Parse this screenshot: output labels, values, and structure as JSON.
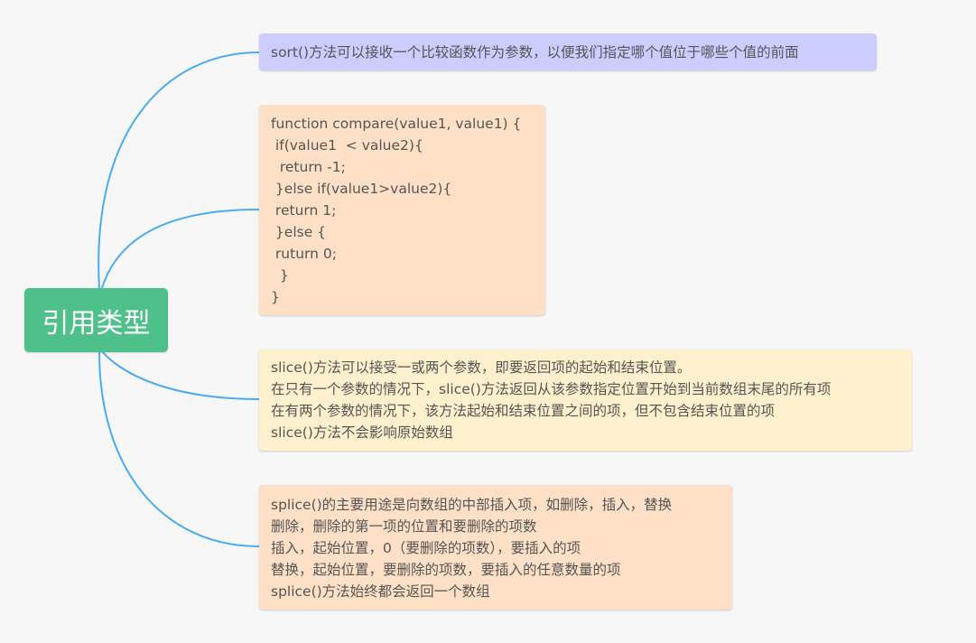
{
  "root": {
    "label": "引用类型"
  },
  "colors": {
    "root": "#4dc189",
    "link": "#4aabf5",
    "sort": "#ccccff",
    "compare": "#fde0c5",
    "slice": "#fef0cc",
    "splice": "#fde0c5"
  },
  "nodes": {
    "sort": {
      "lines": [
        "sort()方法可以接收一个比较函数作为参数，以便我们指定哪个值位于哪些个值的前面"
      ]
    },
    "compare": {
      "lines": [
        "function compare(value1, value1) {",
        " if(value1  < value2){",
        "  return -1;",
        " }else if(value1>value2){",
        " return 1;",
        " }else {",
        " ruturn 0;",
        "  }",
        "}"
      ]
    },
    "slice": {
      "lines": [
        "slice()方法可以接受一或两个参数，即要返回项的起始和结束位置。",
        "在只有一个参数的情况下，slice()方法返回从该参数指定位置开始到当前数组末尾的所有项",
        "在有两个参数的情况下，该方法起始和结束位置之间的项，但不包含结束位置的项",
        "slice()方法不会影响原始数组"
      ]
    },
    "splice": {
      "lines": [
        "splice()的主要用途是向数组的中部插入项，如删除，插入，替换",
        "删除，删除的第一项的位置和要删除的项数",
        "插入，起始位置，0（要删除的项数），要插入的项",
        "替换，起始位置，要删除的项数，要插入的任意数量的项",
        "splice()方法始终都会返回一个数组"
      ]
    }
  }
}
